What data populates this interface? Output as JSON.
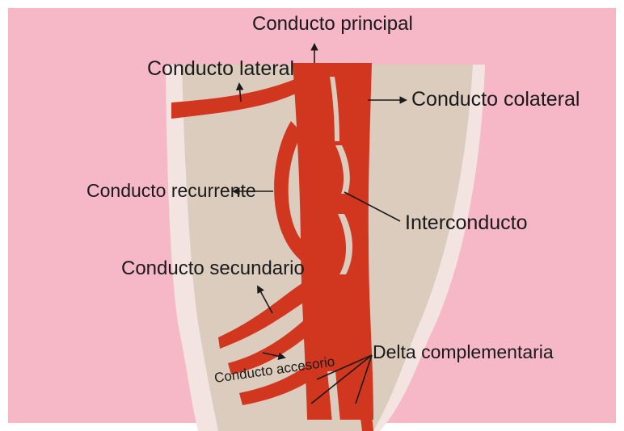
{
  "colors": {
    "background": "#f6b8c7",
    "root_outer": "#f3e4e1",
    "root_inner": "#dcccbe",
    "canal": "#d1361f",
    "text": "#1a1a1a"
  },
  "labels": {
    "main_canal": "Conducto principal",
    "lateral_canal": "Conducto lateral",
    "collateral_canal": "Conducto colateral",
    "recurrent_canal": "Conducto recurrente",
    "intercanal": "Interconducto",
    "secondary_canal": "Conducto secundario",
    "accessory_canal": "Conducto accesorio",
    "apical_delta": "Delta complementaria"
  }
}
